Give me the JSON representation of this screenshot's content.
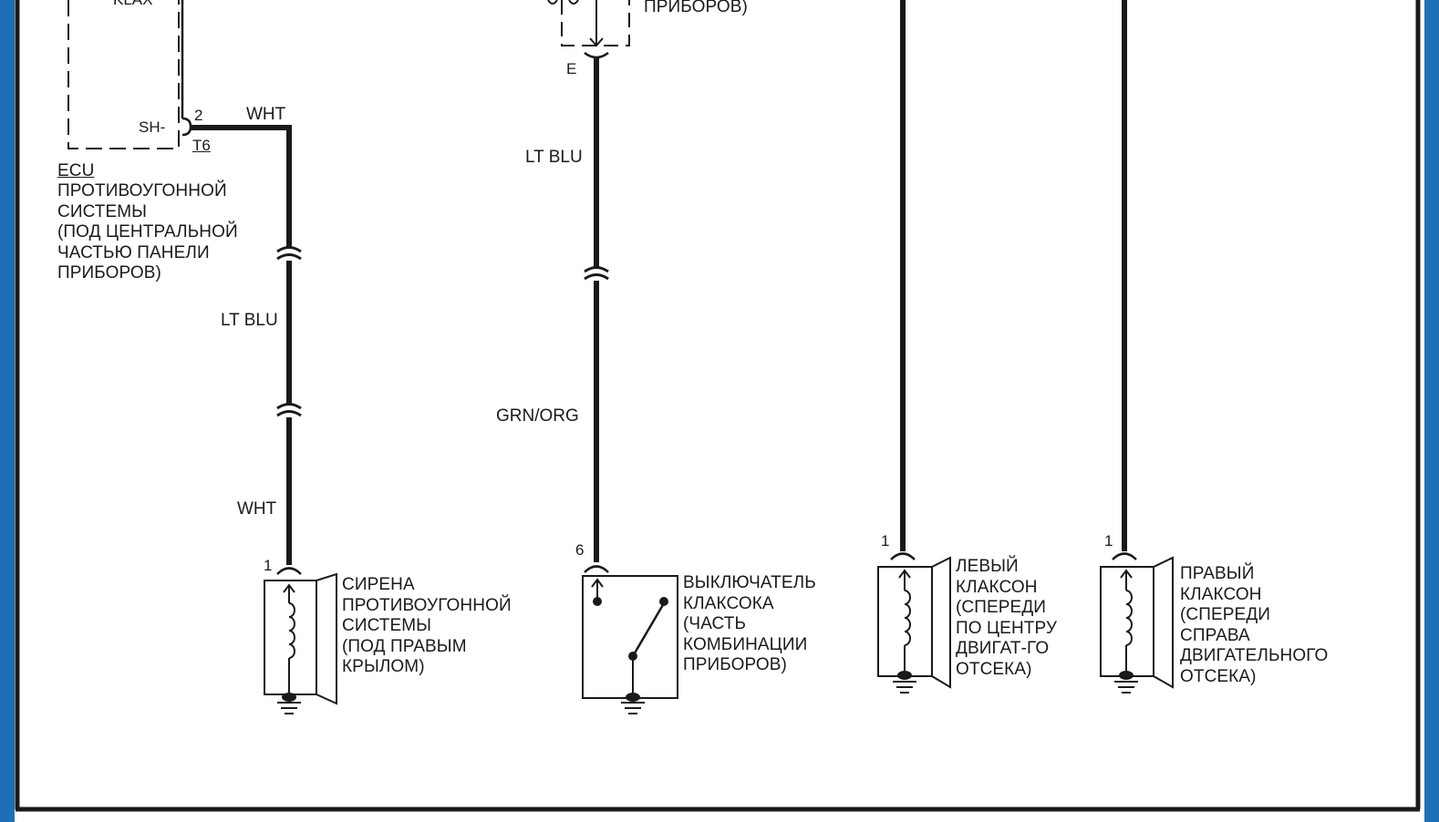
{
  "colors": {
    "page_edge": "#1e6fb8",
    "ink": "#1a1a1a",
    "background": "#ffffff"
  },
  "components": {
    "ecu": {
      "title": "ECU",
      "desc": "ПРОТИВОУГОННОЙ\nСИСТЕМЫ\n(ПОД ЦЕНТРАЛЬНОЙ\nЧАСТЬЮ ПАНЕЛИ\nПРИБОРОВ)",
      "top_pin_label": "KLAX",
      "pin_label": "SH-",
      "pin_number": "2",
      "connector": "T6"
    },
    "cluster": {
      "desc_tail": "ПРИБОРОВ)",
      "pin_label": "E"
    },
    "siren": {
      "pin_number": "1",
      "desc": "СИРЕНА\nПРОТИВОУГОННОЙ\nСИСТЕМЫ\n(ПОД ПРАВЫМ\nКРЫЛОМ)"
    },
    "horn_switch": {
      "pin_number": "6",
      "desc": "ВЫКЛЮЧАТЕЛЬ\nКЛАКСОКА\n(ЧАСТЬ\nКОМБИНАЦИИ\nПРИБОРОВ)"
    },
    "left_horn": {
      "pin_number": "1",
      "desc": "ЛЕВЫЙ\nКЛАКСОН\n(СПЕРЕДИ\nПО ЦЕНТРУ\nДВИГАТ-ГО\nОТСЕКА)"
    },
    "right_horn": {
      "pin_number": "1",
      "desc": "ПРАВЫЙ\nКЛАКСОН\n(СПЕРЕДИ\nСПРАВА\nДВИГАТЕЛЬНОГО\nОТСЕКА)"
    }
  },
  "wires": {
    "ecu_out": "WHT",
    "siren_upper": "LT BLU",
    "siren_lower": "WHT",
    "cluster_upper": "LT BLU",
    "cluster_lower": "GRN/ORG"
  }
}
